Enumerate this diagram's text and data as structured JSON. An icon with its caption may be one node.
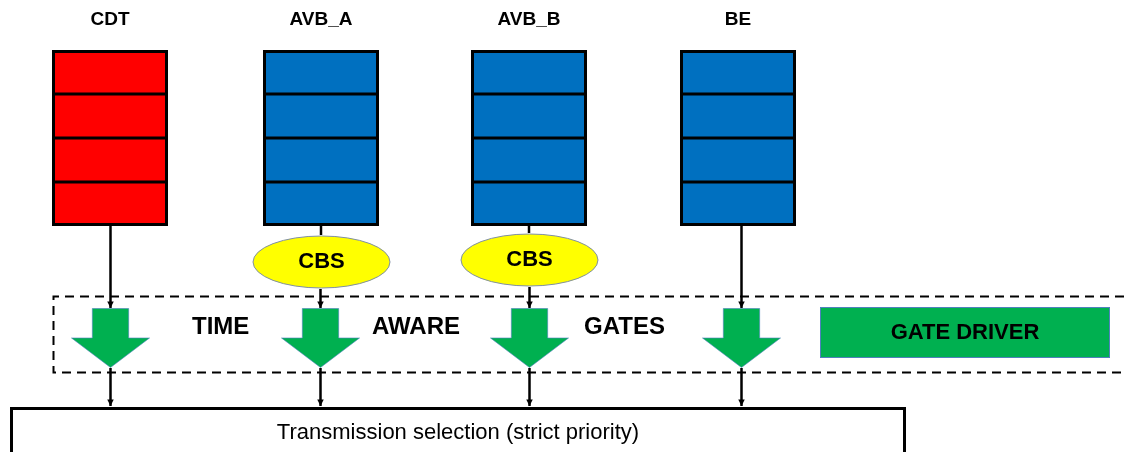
{
  "diagram": {
    "nodes": [
      {
        "text": [
          "CDT"
        ]
      },
      {
        "text": [
          "AVB_A"
        ]
      },
      {
        "text": [
          "AVB_B"
        ]
      },
      {
        "text": [
          "BE"
        ]
      },
      {
        "text": [
          "CBS"
        ]
      },
      {
        "text": [
          "CBS"
        ]
      },
      {
        "text": [
          "TIME",
          "AWARE",
          "GATES"
        ]
      },
      {
        "text": [],
        "shape": "arrow",
        "in": 6
      },
      {
        "text": [],
        "shape": "arrow",
        "in": 6
      },
      {
        "text": [],
        "shape": "arrow",
        "in": 6
      },
      {
        "text": [],
        "shape": "arrow",
        "in": 6
      },
      {
        "text": [
          "GATE DRIVER"
        ],
        "in": 6
      },
      {
        "text": [
          "Transmission selection (strict priority)"
        ]
      }
    ],
    "edges": [
      {
        "from": 0,
        "to": 7,
        "arrow": "to"
      },
      {
        "from": 1,
        "to": 4,
        "arrow": "none"
      },
      {
        "from": 4,
        "to": 8,
        "arrow": "to"
      },
      {
        "from": 2,
        "to": 5,
        "arrow": "none"
      },
      {
        "from": 5,
        "to": 9,
        "arrow": "to"
      },
      {
        "from": 3,
        "to": 10,
        "arrow": "to"
      },
      {
        "from": 7,
        "to": 12,
        "arrow": "to"
      },
      {
        "from": 8,
        "to": 12,
        "arrow": "to"
      },
      {
        "from": 9,
        "to": 12,
        "arrow": "to"
      },
      {
        "from": 10,
        "to": 12,
        "arrow": "to"
      }
    ]
  }
}
